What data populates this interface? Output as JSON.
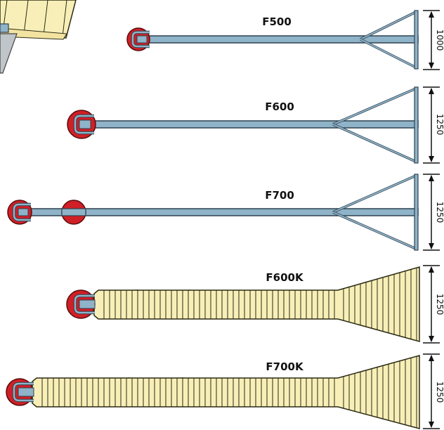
{
  "colors": {
    "frame": "#8fb3c8",
    "frame_stroke": "#2f4250",
    "wheel": "#d01f26",
    "wheel_stroke": "#5a0c0c",
    "deck": "#f8efb8",
    "deck_stroke": "#2a2a14",
    "dimension": "#111111",
    "stand": "#bfc5c9"
  },
  "models": [
    {
      "name": "F500",
      "dimension": "1000",
      "type": "frame"
    },
    {
      "name": "F600",
      "dimension": "1250",
      "type": "frame"
    },
    {
      "name": "F700",
      "dimension": "1250",
      "type": "frame"
    },
    {
      "name": "F600K",
      "dimension": "1250",
      "type": "deck"
    },
    {
      "name": "F700K",
      "dimension": "1250",
      "type": "deck"
    }
  ]
}
